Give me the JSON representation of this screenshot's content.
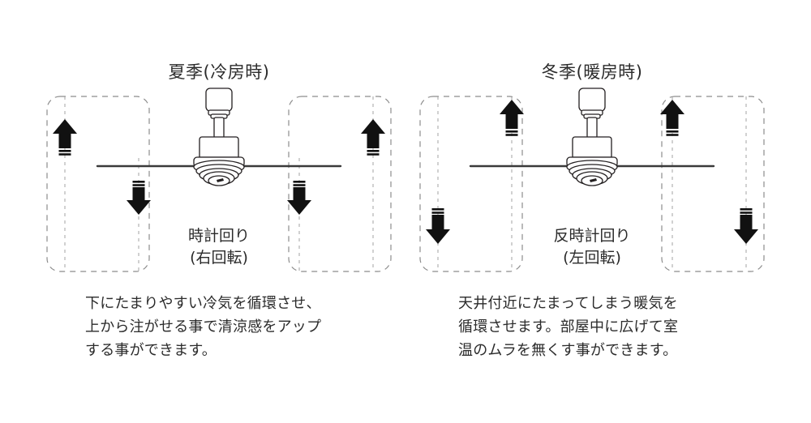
{
  "figure": {
    "background_color": "#ffffff",
    "ink_color": "#231f20",
    "dashed_color": "#8c8c8c"
  },
  "panels": [
    {
      "id": "summer",
      "title": "夏季(冷房時)",
      "rotation_line1": "時計回り",
      "rotation_line2": "(右回転)",
      "caption_line1": "下にたまりやすい冷気を循環させ、",
      "caption_line2": "上から注がせる事で清涼感をアップ",
      "caption_line3": "する事ができます。",
      "airflow": {
        "outer_direction": "up",
        "inner_direction": "down"
      }
    },
    {
      "id": "winter",
      "title": "冬季(暖房時)",
      "rotation_line1": "反時計回り",
      "rotation_line2": "(左回転)",
      "caption_line1": "天井付近にたまってしまう暖気を",
      "caption_line2": "循環させます。部屋中に広げて室",
      "caption_line3": "温のムラを無くす事ができます。",
      "airflow": {
        "outer_direction": "down",
        "inner_direction": "up"
      }
    }
  ]
}
